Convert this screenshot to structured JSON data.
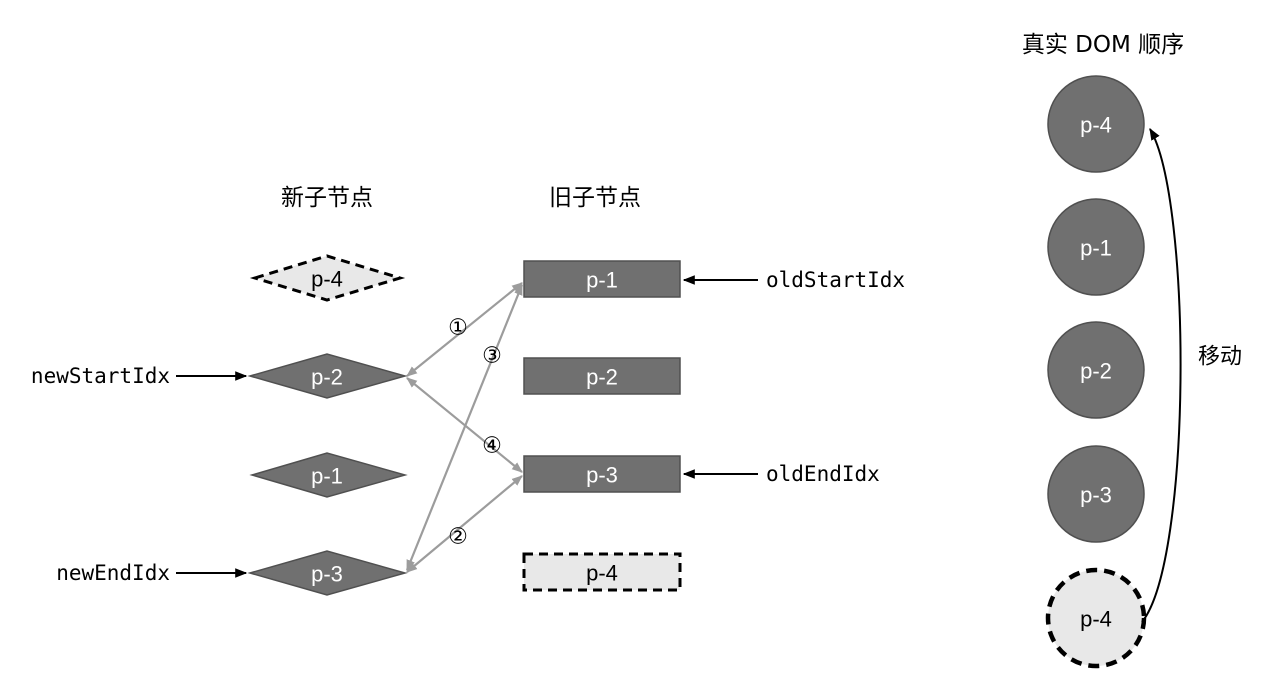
{
  "headers": {
    "new_children": "新子节点",
    "old_children": "旧子节点",
    "real_dom_order": "真实 DOM 顺序"
  },
  "new_children": [
    {
      "label": "p-4",
      "dashed": true
    },
    {
      "label": "p-2",
      "dashed": false
    },
    {
      "label": "p-1",
      "dashed": false
    },
    {
      "label": "p-3",
      "dashed": false
    }
  ],
  "old_children": [
    {
      "label": "p-1",
      "dashed": false
    },
    {
      "label": "p-2",
      "dashed": false
    },
    {
      "label": "p-3",
      "dashed": false
    },
    {
      "label": "p-4",
      "dashed": true
    }
  ],
  "pointers": {
    "new_start": "newStartIdx",
    "new_end": "newEndIdx",
    "old_start": "oldStartIdx",
    "old_end": "oldEndIdx"
  },
  "steps": [
    "①",
    "②",
    "③",
    "④"
  ],
  "real_dom": [
    {
      "label": "p-4",
      "dashed": false
    },
    {
      "label": "p-1",
      "dashed": false
    },
    {
      "label": "p-2",
      "dashed": false
    },
    {
      "label": "p-3",
      "dashed": false
    },
    {
      "label": "p-4",
      "dashed": true
    }
  ],
  "move_label": "移动",
  "colors": {
    "node_fill": "#707070",
    "node_stroke": "#505050",
    "placeholder_fill": "#e8e8e8",
    "placeholder_stroke": "#000000",
    "link": "#9c9c9c",
    "node_text": "#ffffff"
  }
}
